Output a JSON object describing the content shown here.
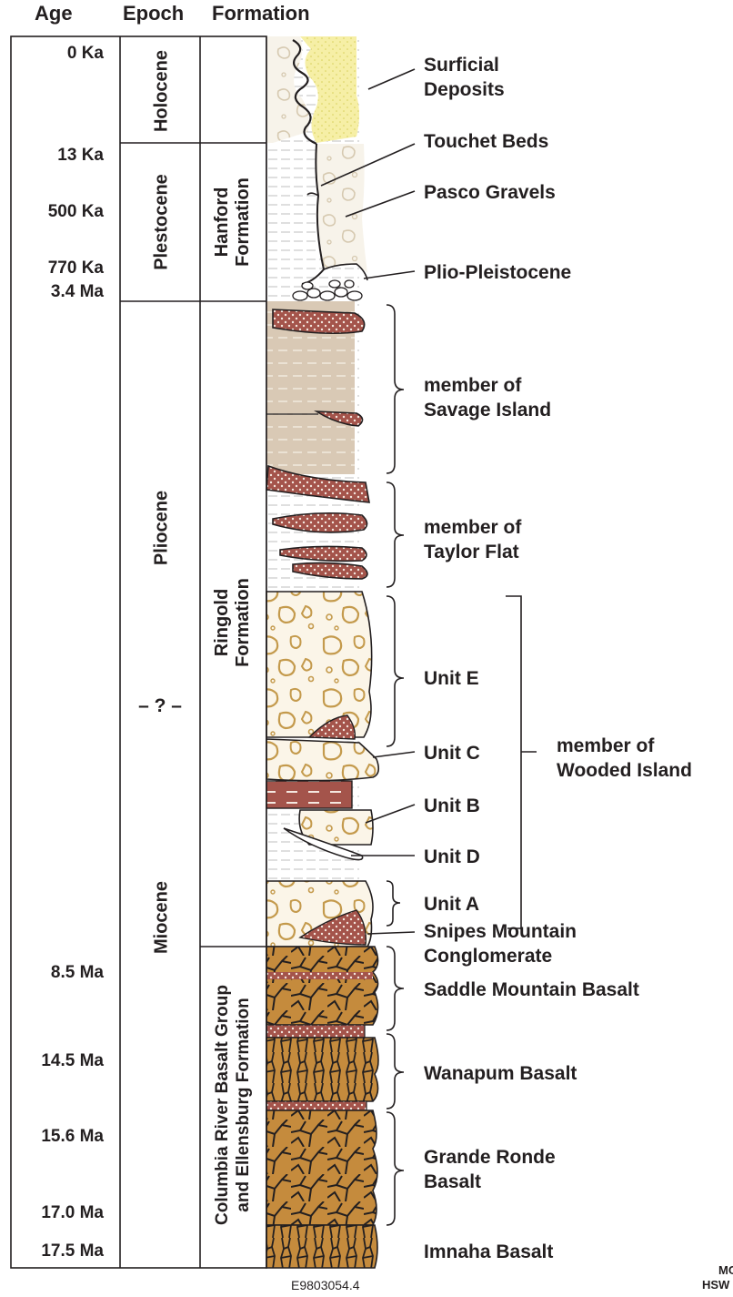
{
  "headers": {
    "age": "Age",
    "epoch": "Epoch",
    "formation": "Formation"
  },
  "ages": [
    "0 Ka",
    "13 Ka",
    "500 Ka",
    "770 Ka",
    "3.4 Ma",
    "8.5 Ma",
    "14.5 Ma",
    "15.6 Ma",
    "17.0 Ma",
    "17.5 Ma"
  ],
  "epochs": {
    "holocene": "Holocene",
    "plestocene": "Plestocene",
    "pliocene": "Pliocene",
    "uncertain": "– ? –",
    "miocene": "Miocene"
  },
  "formations": {
    "hanford": [
      "Hanford",
      "Formation"
    ],
    "ringold": [
      "Ringold",
      "Formation"
    ],
    "columbia": [
      "Columbia River Basalt Group",
      "and Ellensburg Formation"
    ]
  },
  "units": {
    "surficial": [
      "Surficial",
      "Deposits"
    ],
    "touchet": "Touchet Beds",
    "pasco": "Pasco Gravels",
    "plio": "Plio-Pleistocene",
    "savage": [
      "member of",
      "Savage Island"
    ],
    "taylor": [
      "member of",
      "Taylor Flat"
    ],
    "unit_e": "Unit E",
    "unit_c": "Unit C",
    "unit_b": "Unit B",
    "unit_d": "Unit D",
    "unit_a": "Unit A",
    "wooded": [
      "member of",
      "Wooded Island"
    ],
    "snipes": [
      "Snipes Mountain",
      "Conglomerate"
    ],
    "saddle": "Saddle Mountain Basalt",
    "wanapum": "Wanapum Basalt",
    "grande": [
      "Grande Ronde",
      "Basalt"
    ],
    "imnaha": "Imnaha Basalt"
  },
  "figure_code": "E9803054.4",
  "corner_text": [
    "MC",
    "HSW"
  ],
  "colors": {
    "basalt": "#c8903f",
    "red_sand": "#a0524a",
    "tan_silt": "#d8c8b4",
    "sand": "#f7f1e4",
    "yellow": "#f4f0a8",
    "line": "#231f20"
  }
}
